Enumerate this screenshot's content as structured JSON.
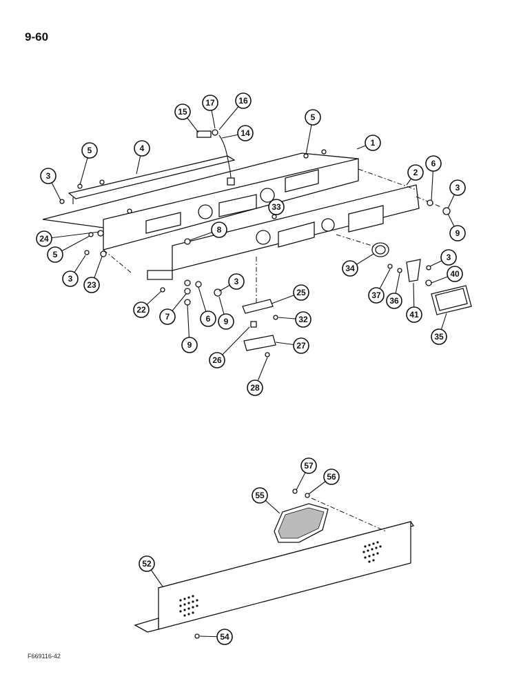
{
  "page": {
    "number": "9-60",
    "figure_code": "F669116-42"
  },
  "callouts": [
    {
      "id": "c1",
      "label": "1"
    },
    {
      "id": "c2",
      "label": "2"
    },
    {
      "id": "c3a",
      "label": "3"
    },
    {
      "id": "c3b",
      "label": "3"
    },
    {
      "id": "c3c",
      "label": "3"
    },
    {
      "id": "c3d",
      "label": "3"
    },
    {
      "id": "c3e",
      "label": "3"
    },
    {
      "id": "c4",
      "label": "4"
    },
    {
      "id": "c5a",
      "label": "5"
    },
    {
      "id": "c5b",
      "label": "5"
    },
    {
      "id": "c5c",
      "label": "5"
    },
    {
      "id": "c6a",
      "label": "6"
    },
    {
      "id": "c6b",
      "label": "6"
    },
    {
      "id": "c7",
      "label": "7"
    },
    {
      "id": "c8",
      "label": "8"
    },
    {
      "id": "c9a",
      "label": "9"
    },
    {
      "id": "c9b",
      "label": "9"
    },
    {
      "id": "c9c",
      "label": "9"
    },
    {
      "id": "c14",
      "label": "14"
    },
    {
      "id": "c15",
      "label": "15"
    },
    {
      "id": "c16",
      "label": "16"
    },
    {
      "id": "c17",
      "label": "17"
    },
    {
      "id": "c22",
      "label": "22"
    },
    {
      "id": "c23",
      "label": "23"
    },
    {
      "id": "c24",
      "label": "24"
    },
    {
      "id": "c25",
      "label": "25"
    },
    {
      "id": "c26",
      "label": "26"
    },
    {
      "id": "c27",
      "label": "27"
    },
    {
      "id": "c28",
      "label": "28"
    },
    {
      "id": "c32",
      "label": "32"
    },
    {
      "id": "c33",
      "label": "33"
    },
    {
      "id": "c34",
      "label": "34"
    },
    {
      "id": "c35",
      "label": "35"
    },
    {
      "id": "c36",
      "label": "36"
    },
    {
      "id": "c37",
      "label": "37"
    },
    {
      "id": "c40",
      "label": "40"
    },
    {
      "id": "c41",
      "label": "41"
    },
    {
      "id": "c52",
      "label": "52"
    },
    {
      "id": "c54",
      "label": "54"
    },
    {
      "id": "c55",
      "label": "55"
    },
    {
      "id": "c56",
      "label": "56"
    },
    {
      "id": "c57",
      "label": "57"
    }
  ]
}
